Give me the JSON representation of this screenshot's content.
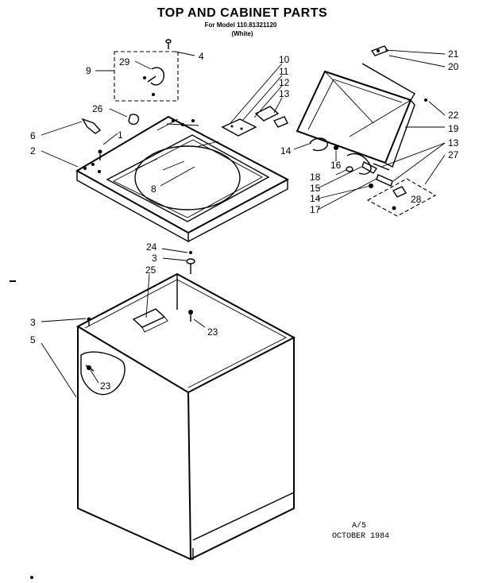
{
  "header": {
    "title": "TOP AND CABINET PARTS",
    "model": "For Model 110.81321120",
    "color": "(White)"
  },
  "callouts": {
    "c1": "1",
    "c2": "2",
    "c3a": "3",
    "c3b": "3",
    "c4": "4",
    "c5": "5",
    "c6": "6",
    "c8": "8",
    "c9": "9",
    "c10": "10",
    "c11": "11",
    "c12": "12",
    "c13a": "13",
    "c13b": "13",
    "c14a": "14",
    "c14b": "14",
    "c15": "15",
    "c16": "16",
    "c17": "17",
    "c18": "18",
    "c19": "19",
    "c20": "20",
    "c21": "21",
    "c22": "22",
    "c23a": "23",
    "c23b": "23",
    "c24": "24",
    "c25": "25",
    "c26": "26",
    "c27": "27",
    "c28": "28",
    "c29": "29"
  },
  "footer": {
    "revision": "A/5",
    "date": "OCTOBER 1984"
  }
}
